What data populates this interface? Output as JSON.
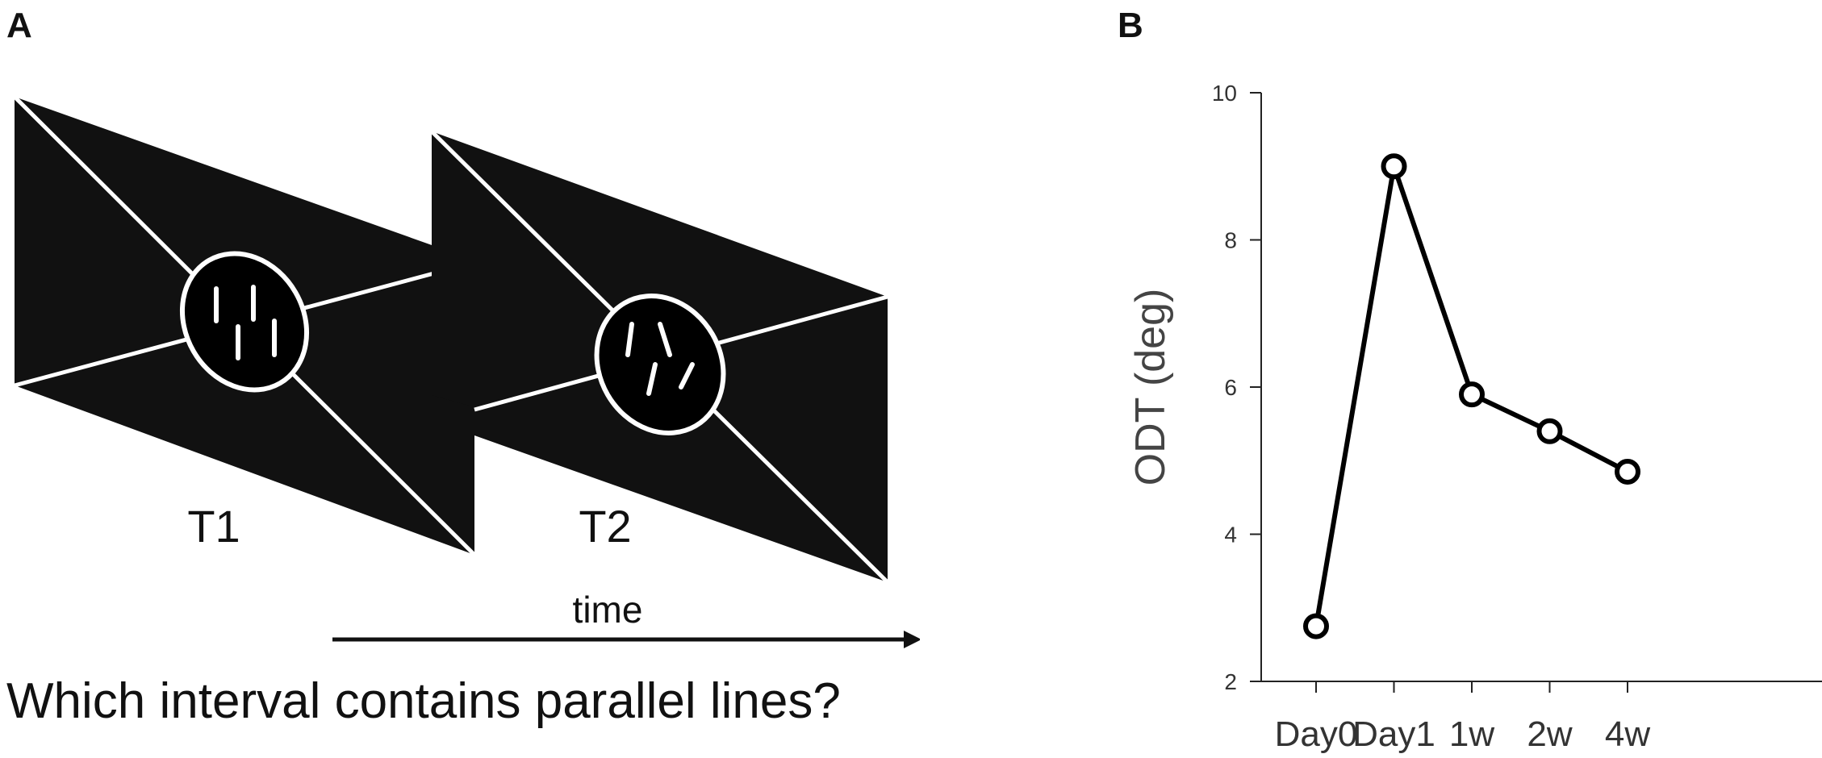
{
  "panels": {
    "a": "A",
    "b": "B"
  },
  "stimulus": {
    "intervals": [
      "T1",
      "T2"
    ],
    "time_label": "time",
    "question": "Which interval contains parallel lines?"
  },
  "chart_data": {
    "type": "line",
    "categories": [
      "Day0",
      "Day1",
      "1w",
      "2w",
      "4w"
    ],
    "values": [
      2.75,
      9.0,
      5.9,
      5.4,
      4.85
    ],
    "ylabel": "ODT (deg)",
    "xlabel": "",
    "ylim": [
      2,
      10
    ],
    "yticks": [
      2,
      4,
      6,
      8,
      10
    ],
    "grid": false,
    "markers": "open-circle",
    "line_color": "#000000"
  }
}
